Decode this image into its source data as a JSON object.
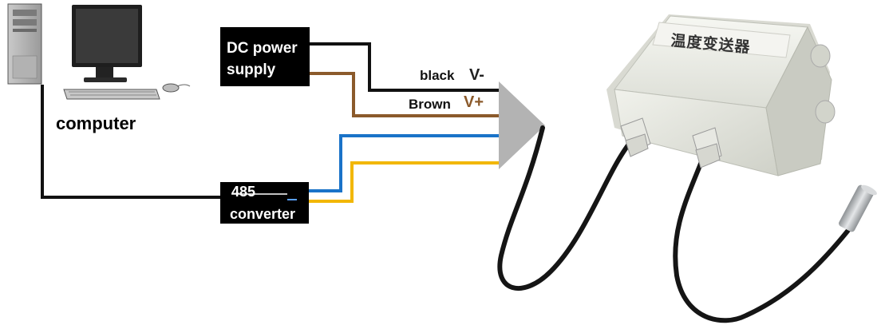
{
  "labels": {
    "computer": "computer",
    "dc_power_line1": "DC power",
    "dc_power_line2": "supply",
    "converter_line1": "485",
    "converter_line2": "converter",
    "wire_black": "black",
    "wire_brown": "Brown",
    "v_minus": "V-",
    "v_plus": "V+",
    "transmitter_label": "温度变送器"
  },
  "colors": {
    "wire_black": "#111111",
    "wire_brown": "#8b5a2b",
    "wire_blue": "#1a73c8",
    "wire_yellow": "#f2b705",
    "box_fill": "#000000",
    "enclosure": "#e3e4dc",
    "probe": "#b9bdc0"
  }
}
